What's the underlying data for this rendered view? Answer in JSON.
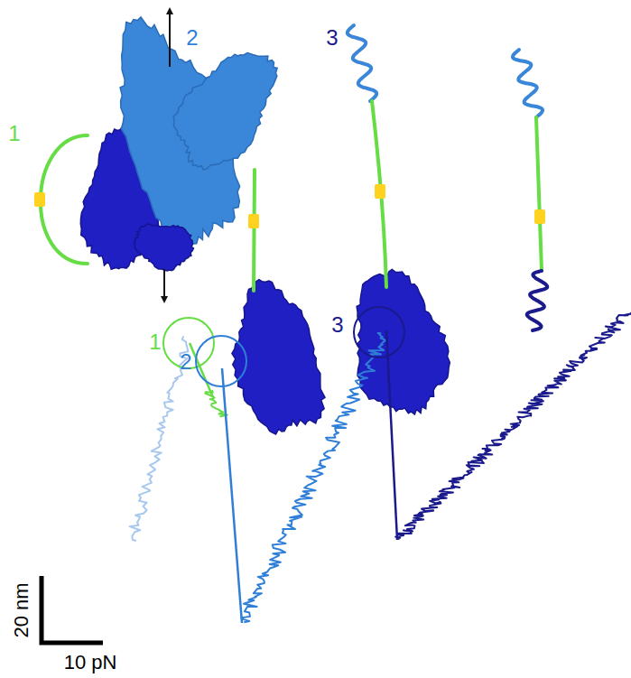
{
  "diagram": {
    "labels": [
      "2",
      "3",
      "1",
      "1",
      "2",
      "3",
      "20 nm",
      "10 pN"
    ]
  }
}
